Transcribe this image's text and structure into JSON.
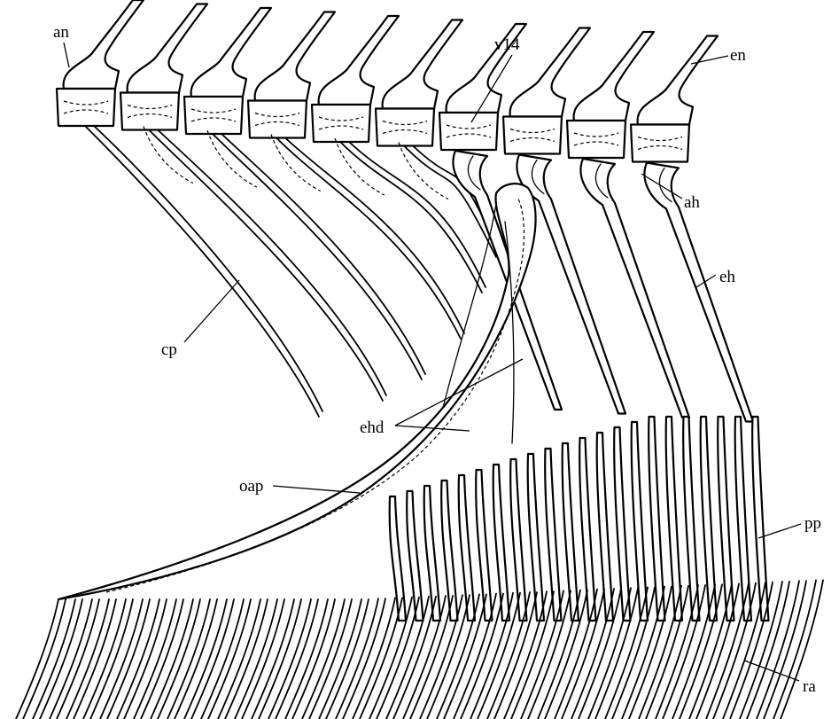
{
  "labels": {
    "an": "an",
    "en": "en",
    "v14": "v14",
    "ah": "ah",
    "eh": "eh",
    "cp": "cp",
    "ehd": "ehd",
    "oap": "oap",
    "pp": "pp",
    "ra": "ra"
  },
  "colors": {
    "ink": "#000000",
    "paper": "#ffffff"
  }
}
